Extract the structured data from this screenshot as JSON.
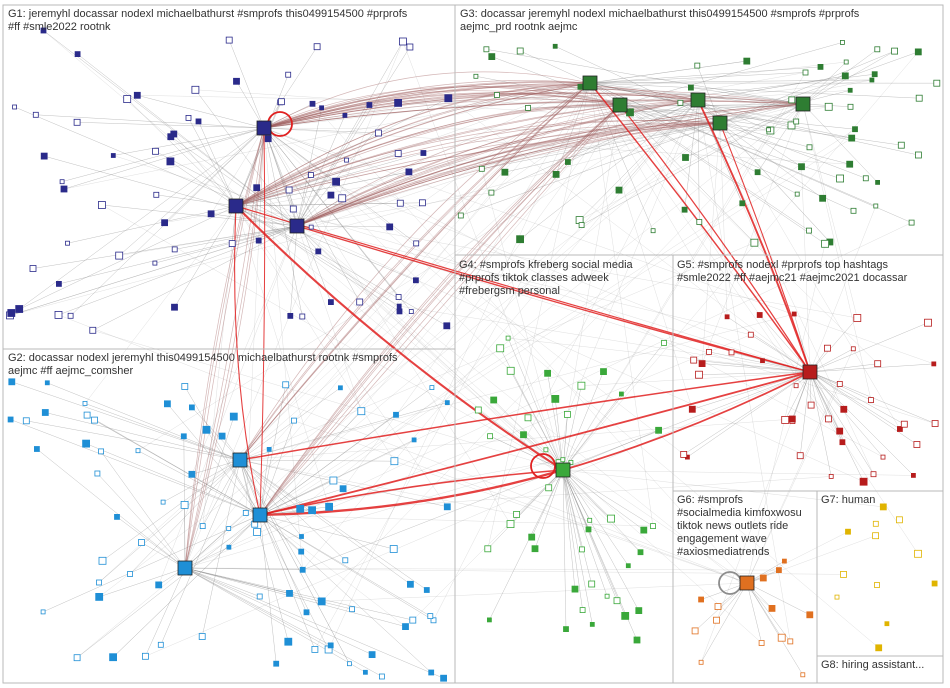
{
  "colors": {
    "edge_gray": "#8c8c8c",
    "edge_red": "#e02020",
    "box_stroke": "#b9b9b9",
    "label_text": "#333333"
  },
  "groups": [
    {
      "id": "G1",
      "label": "G1: jeremyhl docassar nodexl michaelbathurst #smprofs this0499154500 #prprofs\n#ff #smle2022 rootnk",
      "node_color": "#2a2a8a"
    },
    {
      "id": "G2",
      "label": "G2: docassar nodexl jeremyhl this0499154500 michaelbathurst rootnk #smprofs\naejmc #ff aejmc_comsher",
      "node_color": "#1f8fd6"
    },
    {
      "id": "G3",
      "label": "G3: docassar jeremyhl nodexl michaelbathurst this0499154500 #smprofs #prprofs\naejmc_prd rootnk aejmc",
      "node_color": "#2e7d32"
    },
    {
      "id": "G4",
      "label": "G4: #smprofs kfreberg social media\n#prprofs tiktok classes adweek\n#frebergsm personal",
      "node_color": "#3aa83a"
    },
    {
      "id": "G5",
      "label": "G5: #smprofs nodexl #prprofs top hashtags\n#smle2022 #ff #aejmc21 #aejmc2021 docassar",
      "node_color": "#b71c1c"
    },
    {
      "id": "G6",
      "label": "G6: #smprofs\n#socialmedia kimfoxwosu\ntiktok news outlets ride\nengagement wave\n#axiosmediatrends",
      "node_color": "#e07020"
    },
    {
      "id": "G7",
      "label": "G7: human",
      "node_color": "#e0b400"
    },
    {
      "id": "G8",
      "label": "G8: hiring assistant...",
      "node_color": "#777777"
    }
  ]
}
